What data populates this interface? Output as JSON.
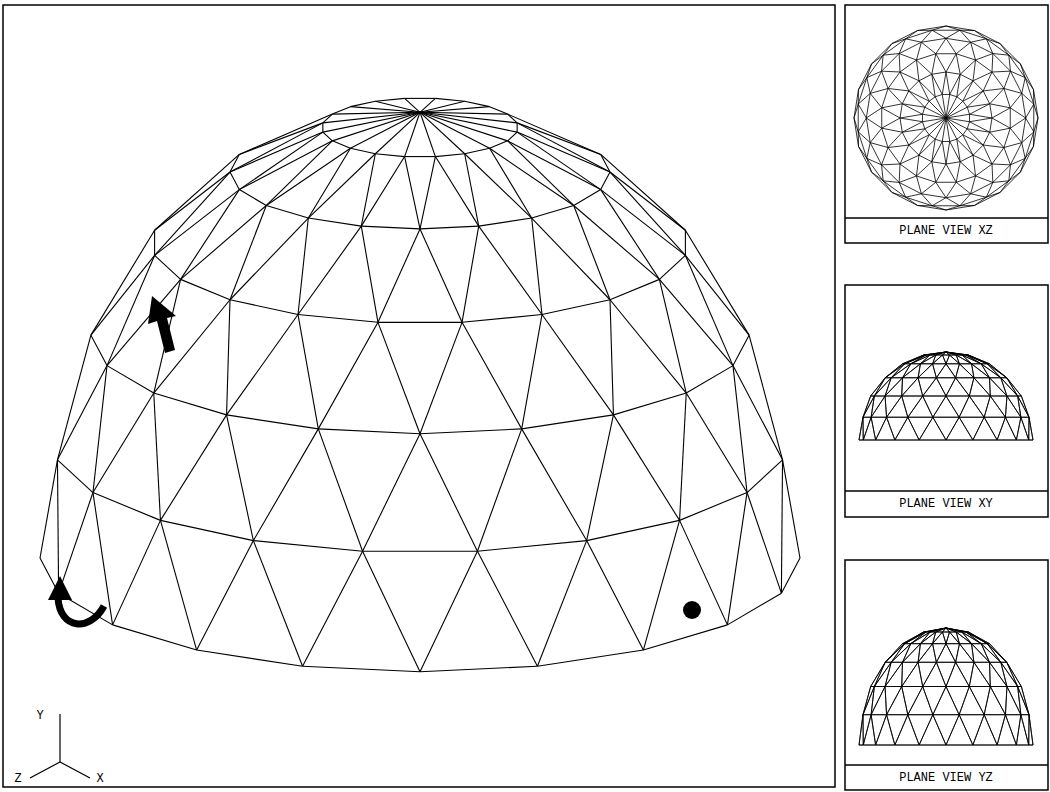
{
  "diagram": {
    "labels": [
      "PLANE VIEW XZ",
      "PLANE VIEW XY",
      "PLANE VIEW YZ",
      "Y",
      "Z",
      "X"
    ]
  }
}
